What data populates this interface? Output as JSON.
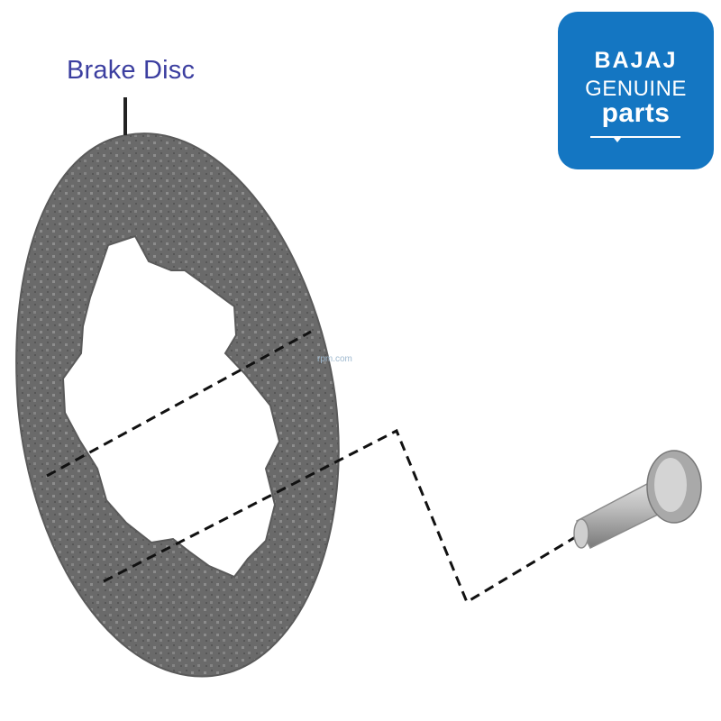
{
  "diagram": {
    "part_label": "Brake Disc",
    "watermark": "rpm.com",
    "colors": {
      "label": "#3c3fa0",
      "logo_background": "#1476c2",
      "disc": "#6a6a6a",
      "dashes": "#111111"
    },
    "icons": [
      "brake-disc-icon",
      "bolt-icon"
    ]
  },
  "logo": {
    "brand": "BAJAJ",
    "line2": "GENUINE",
    "line3": "parts"
  }
}
